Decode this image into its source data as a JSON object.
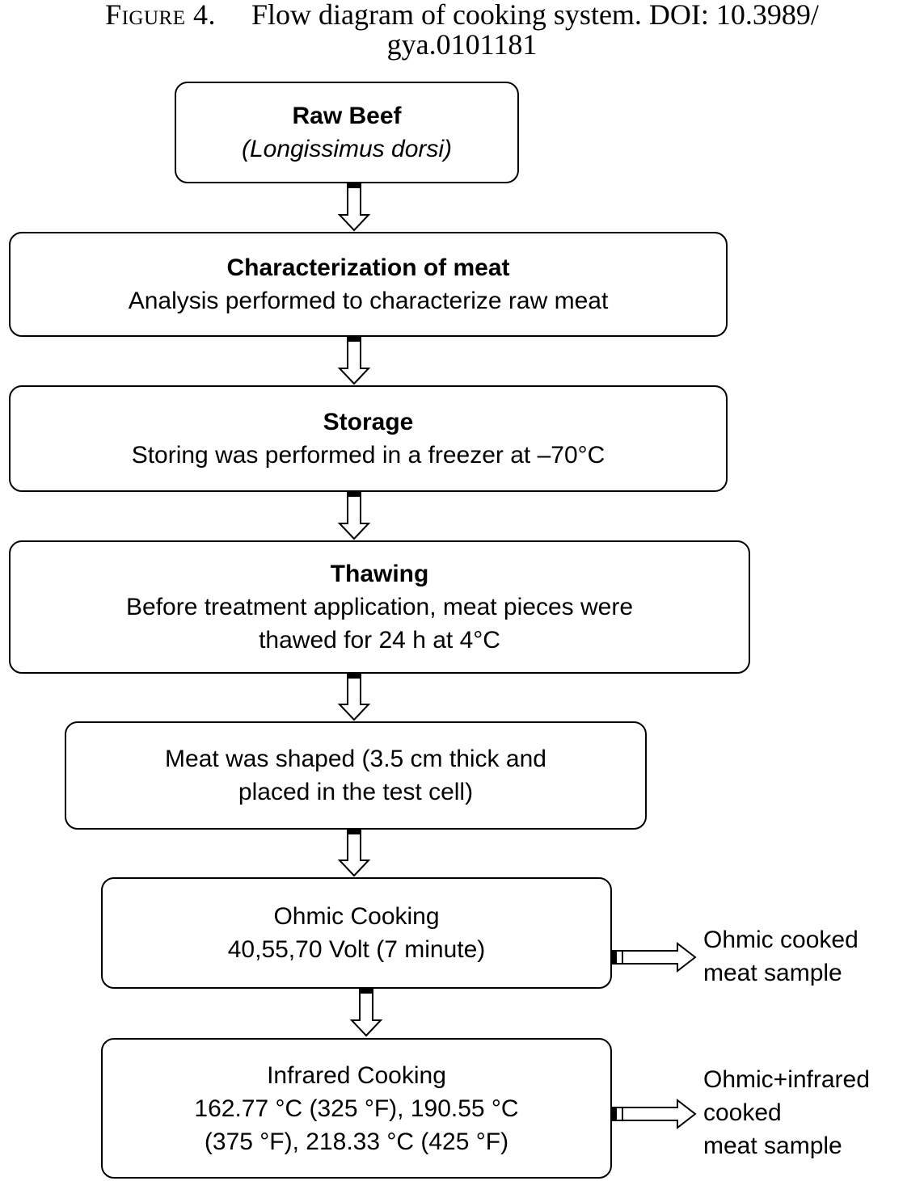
{
  "caption": {
    "label": "Figure 4.",
    "text_line1": "Flow diagram of cooking system. DOI: 10.3989/",
    "text_line2": "gya.0101181"
  },
  "steps": {
    "raw_beef": {
      "title": "Raw Beef",
      "subtitle": "(Longissimus dorsi)"
    },
    "characterization": {
      "title": "Characterization of meat",
      "text": "Analysis performed to characterize raw meat"
    },
    "storage": {
      "title": "Storage",
      "text": "Storing was performed in a freezer at –70°C"
    },
    "thawing": {
      "title": "Thawing",
      "line1": "Before treatment application, meat pieces were",
      "line2": "thawed for 24 h at 4°C"
    },
    "shaping": {
      "line1": "Meat was shaped (3.5 cm thick and",
      "line2": "placed in the test cell)"
    },
    "ohmic": {
      "line1": "Ohmic Cooking",
      "line2": "40,55,70 Volt (7 minute)"
    },
    "infrared": {
      "line1": "Infrared Cooking",
      "line2": "162.77 °C (325 °F), 190.55 °C",
      "line3": "(375 °F), 218.33 °C (425 °F)"
    }
  },
  "outputs": {
    "ohmic": {
      "line1": "Ohmic cooked",
      "line2": "meat sample"
    },
    "infrared": {
      "line1": "Ohmic+infrared",
      "line2": "cooked",
      "line3": "meat sample"
    }
  }
}
